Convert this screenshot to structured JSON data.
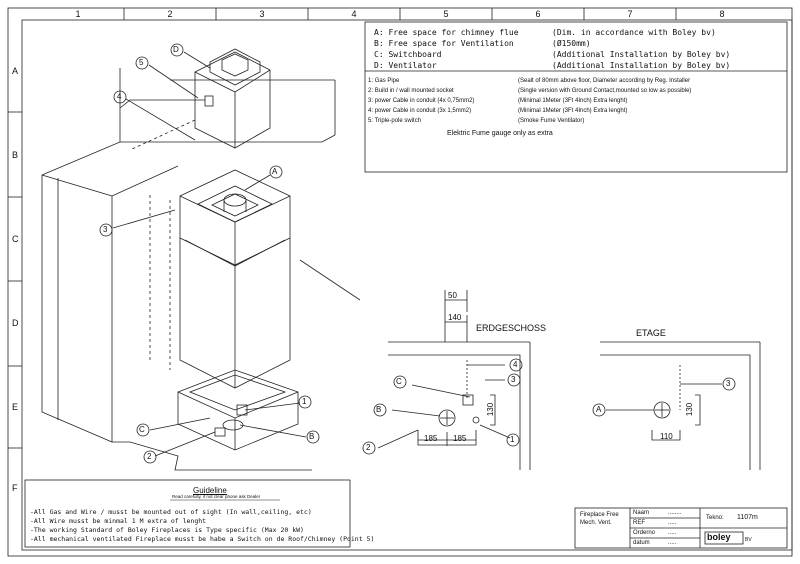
{
  "grid": {
    "columns": [
      "1",
      "2",
      "3",
      "4",
      "5",
      "6",
      "7",
      "8"
    ],
    "rows": [
      "A",
      "B",
      "C",
      "D",
      "E",
      "F"
    ]
  },
  "legend": {
    "letters": [
      {
        "key": "A:",
        "text": "Free space for chimney flue",
        "note": "(Dim. in accordance with Boley bv)"
      },
      {
        "key": "B:",
        "text": "Free space for Ventilation",
        "note": "(Ø150mm)"
      },
      {
        "key": "C:",
        "text": "Switchboard",
        "note": "(Additional Installation by Boley bv)"
      },
      {
        "key": "D:",
        "text": "Ventilator",
        "note": "(Additional Installation by Boley bv)"
      }
    ],
    "items": [
      {
        "key": "1:",
        "text": "Gas Pipe",
        "note": "(Sealt of 80mm above floor, Diameter according by Reg. Installer"
      },
      {
        "key": "2:",
        "text": "Build in / wall mounted socket",
        "note": "(Single version with Ground Contact,mounted so low as possible)"
      },
      {
        "key": "3:",
        "text": "power Cable in conduit (4x 0,75mm2)",
        "note": "(Minimal 1Meter (3Ft 4Inch) Extra lenght)"
      },
      {
        "key": "4:",
        "text": "power Cable in conduit (3x 1,5mm2)",
        "note": "(Minimal 1Meter (3Ft 4Inch) Extra lenght)"
      },
      {
        "key": "5:",
        "text": "Triple-pole switch",
        "note": "(Smoke Fume Ventilator)"
      }
    ],
    "footer": "Elektric Fume gauge only as extra"
  },
  "plans": {
    "ground": {
      "title": "ERDGESCHOSS",
      "dim_50": "50",
      "dim_140": "140",
      "dim_130": "130",
      "dim_185a": "185",
      "dim_185b": "185",
      "callouts": [
        "4",
        "3",
        "C",
        "B",
        "1",
        "2"
      ]
    },
    "upper": {
      "title": "ETAGE",
      "dim_130": "130",
      "dim_110": "110",
      "callouts": [
        "3",
        "A"
      ]
    }
  },
  "iso_callouts": [
    "D",
    "5",
    "4",
    "A",
    "3",
    "1",
    "C",
    "B",
    "2"
  ],
  "guideline": {
    "title": "Guideline",
    "subtitle": "Read carefully, if not clear phone ask Dealer",
    "lines": [
      "-All Gas and Wire / musst be mounted out of sight (In wall,ceiling, etc)",
      "-All Wire musst be minmal 1 M extra of lenght",
      "-The working Standard of Boley Fireplaces is Type specific (Max 20 kW)",
      "-All mechanical ventilated Fireplace musst be habe a Switch on de Roof/Chimney (Point 5)"
    ]
  },
  "title_block": {
    "project": "Fireplace Free",
    "project2": "Mech. Vent.",
    "fields": [
      {
        "label": "Naam",
        "value": "........"
      },
      {
        "label": "REF",
        "value": "....."
      },
      {
        "label": "Orderno",
        "value": "....."
      },
      {
        "label": "datum",
        "value": "....."
      }
    ],
    "tekno_label": "Tekno:",
    "tekno_value": "1107m",
    "brand": "boley",
    "brand_suffix": "BV"
  }
}
